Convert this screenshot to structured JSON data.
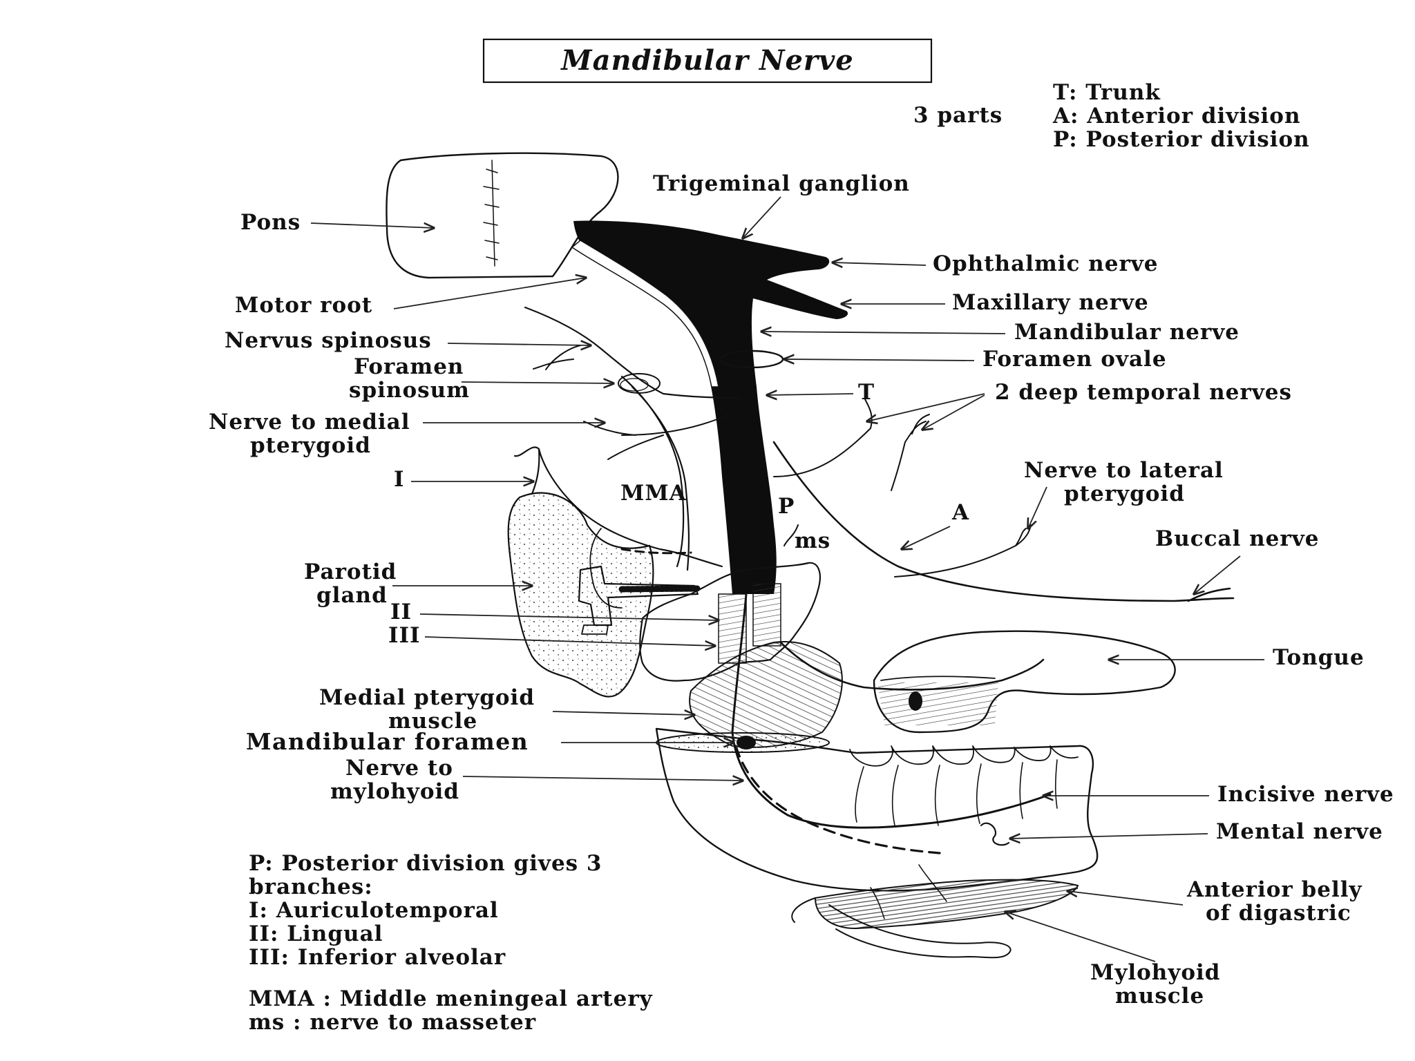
{
  "title": "Mandibular Nerve",
  "parts_key": {
    "label": "3 parts",
    "items": [
      "T: Trunk",
      "A: Anterior division",
      "P: Posterior division"
    ]
  },
  "labels": {
    "pons": "Pons",
    "trigeminal_ganglion": "Trigeminal ganglion",
    "ophthalmic_nerve": "Ophthalmic nerve",
    "maxillary_nerve": "Maxillary nerve",
    "motor_root": "Motor root",
    "mandibular_nerve": "Mandibular nerve",
    "nervus_spinosus": "Nervus spinosus",
    "foramen_ovale": "Foramen ovale",
    "foramen_spinosum_1": "Foramen",
    "foramen_spinosum_2": "spinosum",
    "t": "T",
    "deep_temporal": "2 deep temporal nerves",
    "nerve_medial_pterygoid_1": "Nerve to medial",
    "nerve_medial_pterygoid_2": "pterygoid",
    "nerve_lateral_pterygoid_1": "Nerve to lateral",
    "nerve_lateral_pterygoid_2": "pterygoid",
    "i": "I",
    "mma": "MMA",
    "p": "P",
    "a": "A",
    "ms": "ms",
    "buccal_nerve": "Buccal nerve",
    "parotid_1": "Parotid",
    "parotid_2": "gland",
    "ii": "II",
    "iii": "III",
    "tongue": "Tongue",
    "medial_pterygoid_muscle_1": "Medial pterygoid",
    "medial_pterygoid_muscle_2": "muscle",
    "mandibular_foramen": "Mandibular foramen",
    "nerve_mylohyoid_1": "Nerve to",
    "nerve_mylohyoid_2": "mylohyoid",
    "incisive_nerve": "Incisive nerve",
    "mental_nerve": "Mental nerve",
    "anterior_belly_1": "Anterior belly",
    "anterior_belly_2": "of digastric",
    "mylohyoid_muscle_1": "Mylohyoid",
    "mylohyoid_muscle_2": "muscle"
  },
  "notes": {
    "posterior": [
      "P: Posterior division gives 3",
      "branches:",
      "I: Auriculotemporal",
      "II: Lingual",
      "III: Inferior alveolar"
    ],
    "abbreviations": [
      "MMA : Middle meningeal artery",
      "ms : nerve to masseter"
    ]
  }
}
